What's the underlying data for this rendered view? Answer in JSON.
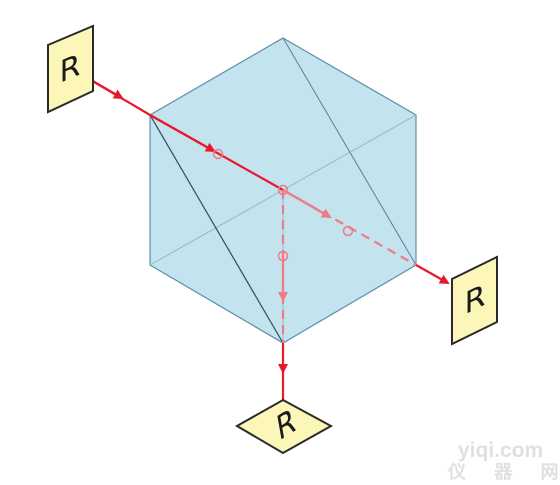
{
  "diagram": {
    "letter_top_left": "R",
    "letter_right": "R",
    "letter_bottom": "R",
    "watermark_latin": "yiqi.com",
    "watermark_cjk": "仪 器 网"
  },
  "colors": {
    "cube_face": "#c3e3ee",
    "cube_edge": "#5d8fa7",
    "beam": "#e8192c",
    "beam_internal": "#f07a86",
    "card_fill": "#fcf6b8",
    "card_border": "#2a2a2a",
    "watermark": "#e0e0e0"
  }
}
